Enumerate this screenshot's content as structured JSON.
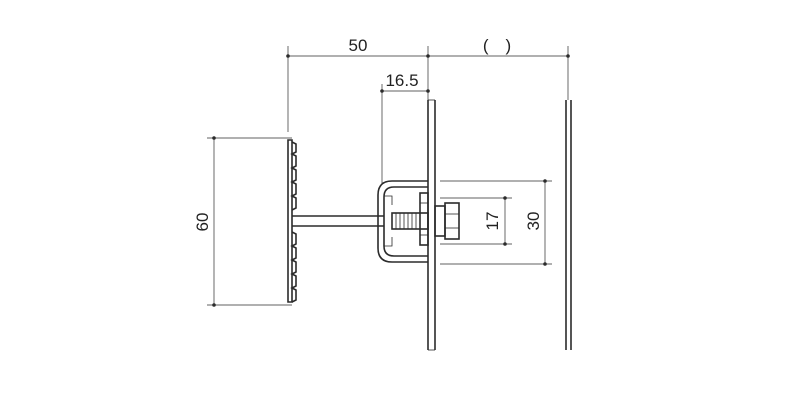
{
  "dimensions": {
    "top_width": "50",
    "gap_width": "(　)",
    "offset": "16.5",
    "height_total": "60",
    "inner_height": "17",
    "outer_height": "30"
  }
}
